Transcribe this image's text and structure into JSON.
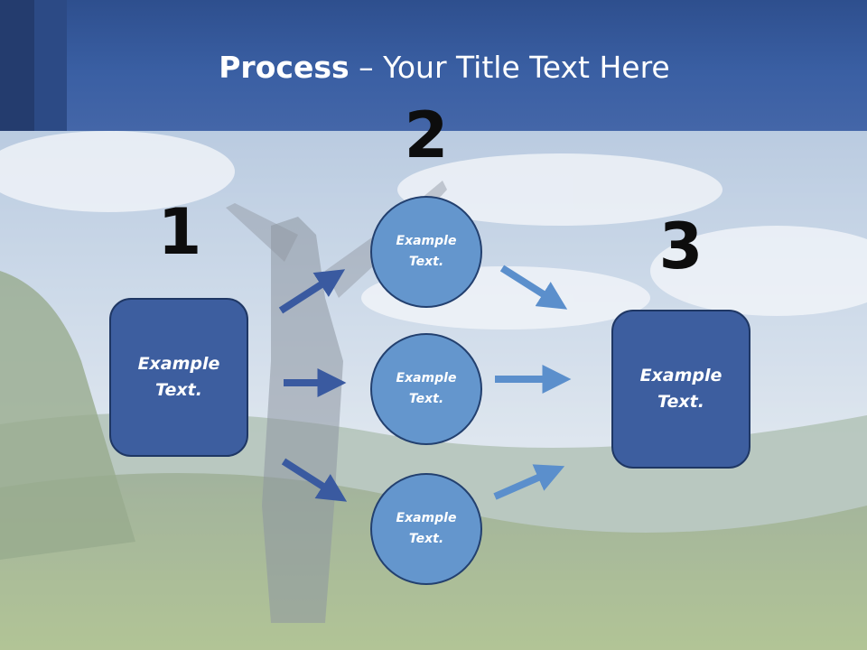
{
  "slide": {
    "title_bold": "Process",
    "title_rest": " – Your Title Text Here",
    "numbers": [
      "1",
      "2",
      "3"
    ],
    "box_left": "Example Text.",
    "box_right": "Example Text.",
    "circles": [
      "Example Text.",
      "Example Text.",
      "Example Text."
    ]
  },
  "colors": {
    "header": "#3a5fa3",
    "box_fill": "#3d5e9f",
    "circle_fill": "#6496cd",
    "arrow_dark": "#3a5aa0",
    "arrow_light": "#5b8fcc"
  },
  "icons": {
    "arrows_in": [
      "arrow-up-right-icon",
      "arrow-right-icon",
      "arrow-down-right-icon"
    ],
    "arrows_out": [
      "arrow-down-right-icon",
      "arrow-right-icon",
      "arrow-up-right-icon"
    ]
  }
}
